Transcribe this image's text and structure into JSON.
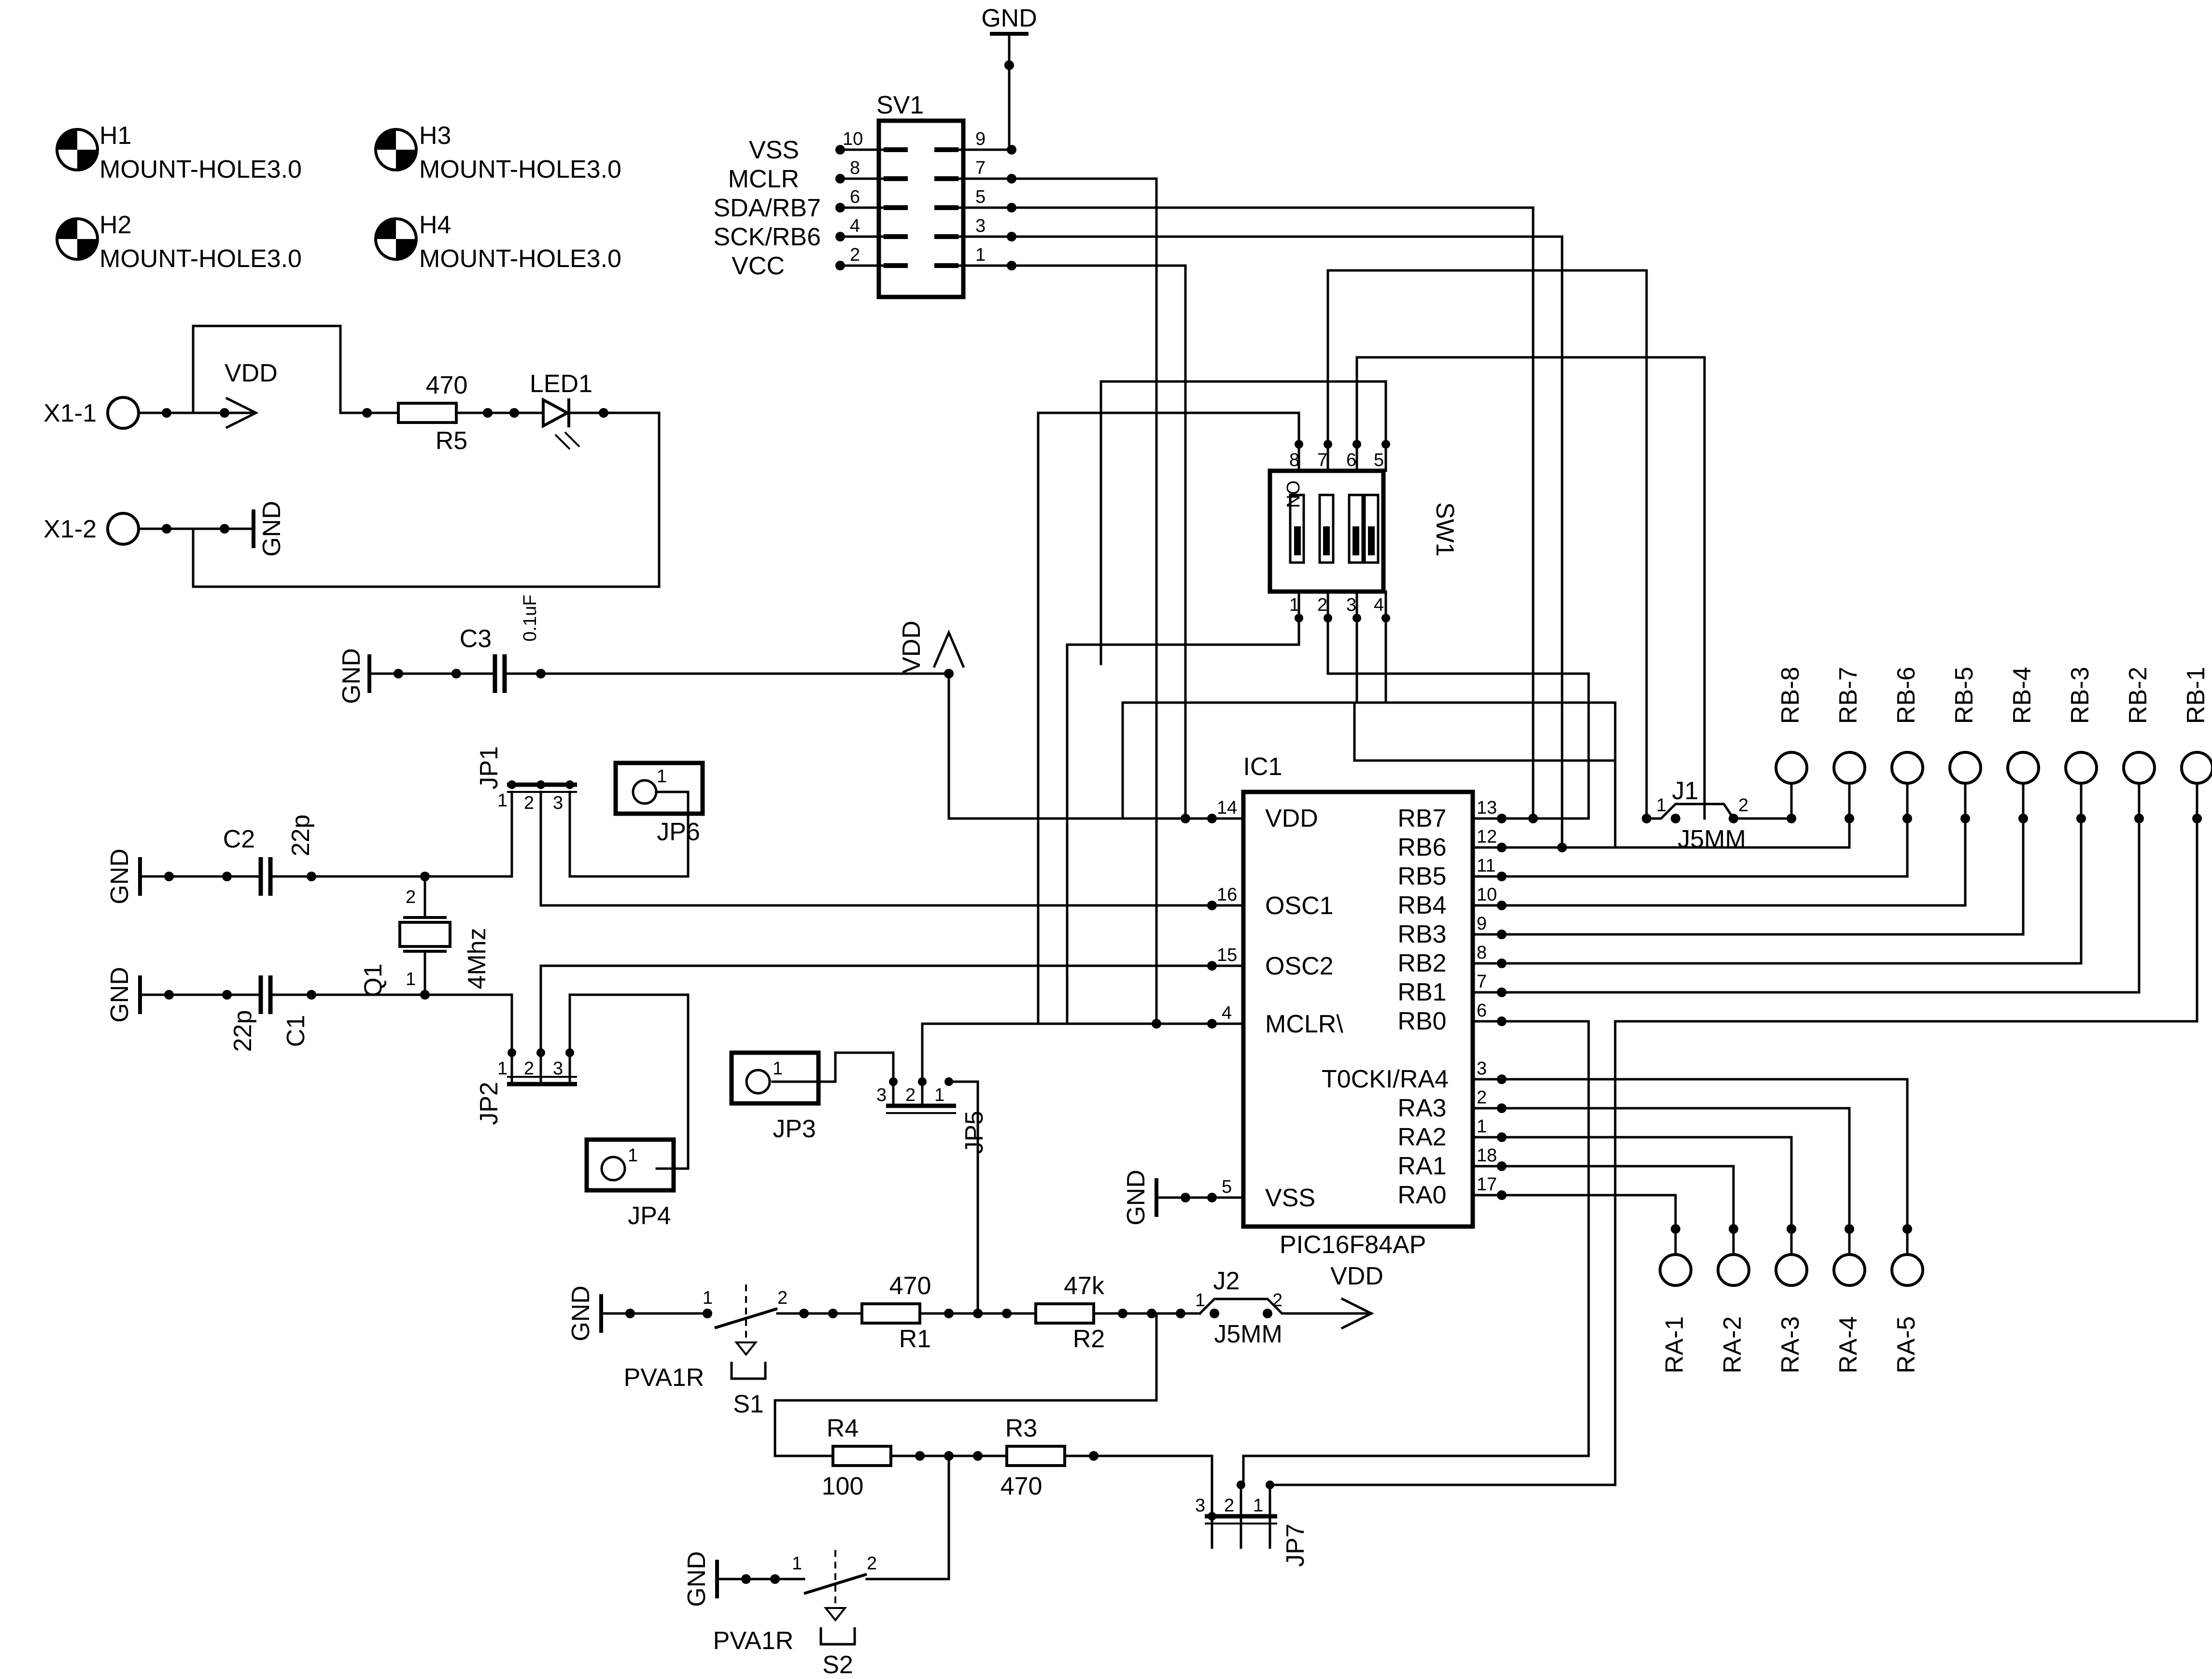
{
  "labels": {
    "gnd": "GND",
    "vdd": "VDD",
    "sv1": "SV1",
    "sv1_signals": [
      "VSS",
      "MCLR",
      "SDA/RB7",
      "SCK/RB6",
      "VCC"
    ],
    "sv1_pins_left": [
      "10",
      "8",
      "6",
      "4",
      "2"
    ],
    "sv1_pins_right": [
      "9",
      "7",
      "5",
      "3",
      "1"
    ],
    "holes": [
      {
        "ref": "H1",
        "value": "MOUNT-HOLE3.0"
      },
      {
        "ref": "H2",
        "value": "MOUNT-HOLE3.0"
      },
      {
        "ref": "H3",
        "value": "MOUNT-HOLE3.0"
      },
      {
        "ref": "H4",
        "value": "MOUNT-HOLE3.0"
      }
    ],
    "x1_1": "X1-1",
    "x1_2": "X1-2",
    "r5_value": "470",
    "r5": "R5",
    "led1": "LED1",
    "c3": "C3",
    "c3_value": "0.1uF",
    "jp1": "JP1",
    "jp2": "JP2",
    "jp3": "JP3",
    "jp4": "JP4",
    "jp5": "JP5",
    "jp6": "JP6",
    "jp7": "JP7",
    "c2": "C2",
    "c2_value": "22p",
    "c1": "C1",
    "c1_value": "22p",
    "q1": "Q1",
    "q1_value": "4Mhz",
    "sw1": "SW1",
    "sw1_on": "ON",
    "ic1": "IC1",
    "ic1_part": "PIC16F84AP",
    "ic_left": [
      {
        "name": "VDD",
        "pin": "14"
      },
      {
        "name": "OSC1",
        "pin": "16"
      },
      {
        "name": "OSC2",
        "pin": "15"
      },
      {
        "name": "MCLR\\",
        "pin": "4"
      },
      {
        "name": "VSS",
        "pin": "5"
      }
    ],
    "ic_right": [
      {
        "name": "RB7",
        "pin": "13"
      },
      {
        "name": "RB6",
        "pin": "12"
      },
      {
        "name": "RB5",
        "pin": "11"
      },
      {
        "name": "RB4",
        "pin": "10"
      },
      {
        "name": "RB3",
        "pin": "9"
      },
      {
        "name": "RB2",
        "pin": "8"
      },
      {
        "name": "RB1",
        "pin": "7"
      },
      {
        "name": "RB0",
        "pin": "6"
      },
      {
        "name": "T0CKI/RA4",
        "pin": "3"
      },
      {
        "name": "RA3",
        "pin": "2"
      },
      {
        "name": "RA2",
        "pin": "1"
      },
      {
        "name": "RA1",
        "pin": "18"
      },
      {
        "name": "RA0",
        "pin": "17"
      }
    ],
    "rb_pads": [
      "RB-8",
      "RB-7",
      "RB-6",
      "RB-5",
      "RB-4",
      "RB-3",
      "RB-2",
      "RB-1"
    ],
    "ra_pads": [
      "RA-1",
      "RA-2",
      "RA-3",
      "RA-4",
      "RA-5"
    ],
    "j1": "J1",
    "j1_value": "J5MM",
    "j2": "J2",
    "j2_value": "J5MM",
    "r1": "R1",
    "r1_value": "470",
    "r2": "R2",
    "r2_value": "47k",
    "r3": "R3",
    "r3_value": "470",
    "r4": "R4",
    "r4_value": "100",
    "s1": "S1",
    "s2": "S2",
    "switch_type": "PVA1R",
    "pin_1": "1",
    "pin_2": "2",
    "pin_3": "3"
  },
  "colors": {
    "ink": "#000000",
    "background": "#ffffff"
  }
}
